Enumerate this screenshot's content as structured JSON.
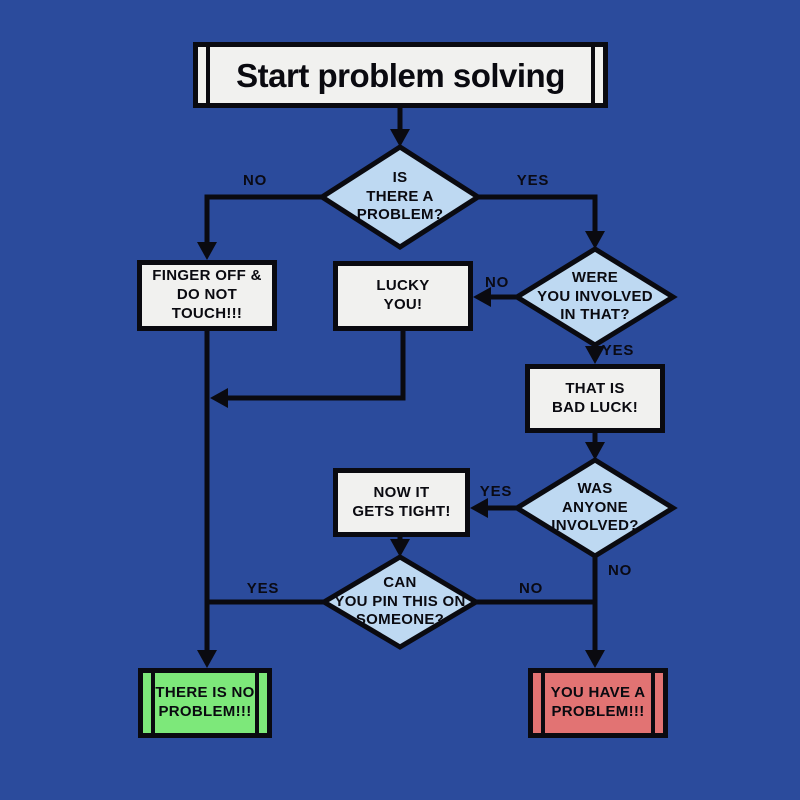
{
  "title": "Start problem solving",
  "colors": {
    "bg": "#2b4b9c",
    "line": "#0a0a10",
    "diamond_fill": "#bed9f2",
    "process_fill": "#f1f1ef",
    "success_fill": "#7de87a",
    "failure_fill": "#e27373"
  },
  "nodes": {
    "start": {
      "label": "Start problem solving",
      "type": "start"
    },
    "d_problem": {
      "label": "IS\nTHERE A\nPROBLEM?",
      "type": "decision"
    },
    "finger_off": {
      "label": "FINGER OFF &\nDO NOT\nTOUCH!!!",
      "type": "process"
    },
    "lucky_you": {
      "label": "LUCKY\nYOU!",
      "type": "process"
    },
    "d_involved": {
      "label": "WERE\nYOU INVOLVED\nIN THAT?",
      "type": "decision"
    },
    "bad_luck": {
      "label": "THAT IS\nBAD LUCK!",
      "type": "process"
    },
    "d_anyone": {
      "label": "WAS\nANYONE\nINVOLVED?",
      "type": "decision"
    },
    "gets_tight": {
      "label": "NOW IT\nGETS TIGHT!",
      "type": "process"
    },
    "d_pin": {
      "label": "CAN\nYOU PIN THIS ON\nSOMEONE?",
      "type": "decision"
    },
    "no_problem": {
      "label": "THERE IS NO\nPROBLEM!!!",
      "type": "terminal-success"
    },
    "have_problem": {
      "label": "YOU HAVE A\nPROBLEM!!!",
      "type": "terminal-failure"
    }
  },
  "edge_labels": {
    "d_problem_no": "NO",
    "d_problem_yes": "YES",
    "d_involved_no": "NO",
    "d_involved_yes": "YES",
    "d_anyone_yes": "YES",
    "d_anyone_no": "NO",
    "d_pin_yes": "YES",
    "d_pin_no": "NO"
  }
}
